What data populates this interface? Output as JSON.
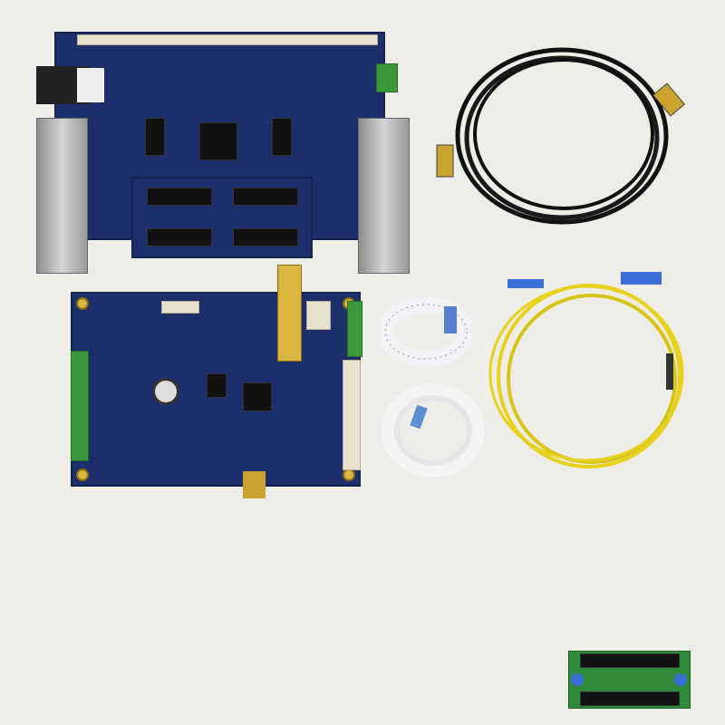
{
  "scene": {
    "background_color": "#efede8",
    "pcb_color": "#1c2f6b",
    "ethernet_cable_color": "#111111",
    "fiber_cable_color": "#e8d21e",
    "ribbon_cable_color": "#f2f2f6",
    "adapter_board_color": "#2f8a3a"
  },
  "items": [
    {
      "name": "main-board"
    },
    {
      "name": "ethernet-cable"
    },
    {
      "name": "head-board"
    },
    {
      "name": "ribbon-cable-flat"
    },
    {
      "name": "ribbon-cable-round"
    },
    {
      "name": "fiber-optic-cable"
    },
    {
      "name": "adapter-board"
    }
  ]
}
